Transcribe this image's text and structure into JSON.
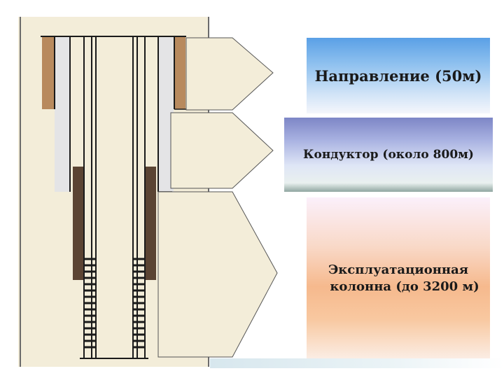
{
  "labels": {
    "napravlenie": "Направление (50м)",
    "konduktor": "Кондуктор (около 800м)",
    "expl_line1": "Эксплуатационная",
    "expl_line2": "колонна (до 3200 м)"
  },
  "colors": {
    "panel_bg": "#f3edd9",
    "soil": "#b88a5e",
    "cement_dark": "#5b4433",
    "cement_light": "#e4e4e6",
    "casing_line": "#1a1a1a",
    "napravlenie_box_top": "#5aa0e6",
    "konduktor_box_top": "#7d86c6",
    "expl_box_mid": "#f6b98d"
  }
}
